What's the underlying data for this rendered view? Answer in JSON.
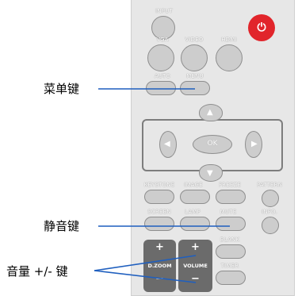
{
  "callouts": {
    "menu": "菜单键",
    "mute": "静音键",
    "volume": "音量 +/- 键"
  },
  "remote": {
    "input": "INPUT",
    "power": "⏻",
    "vga": "VGA",
    "video": "VIDEO",
    "hdmi": "HDMI",
    "auto": "AUTO",
    "menu": "MENU",
    "ok": "OK",
    "up": "▲",
    "down": "▼",
    "left": "◀",
    "right": "▶",
    "keystone": "KEYSTONE",
    "image": "IMAGE",
    "freeze": "FREEZE",
    "pattern": "PATTERN",
    "screen": "SCREEN",
    "lamp": "LAMP",
    "mute": "MUTE",
    "info": "INFO.",
    "blank": "BLANK",
    "timer": "TIMER",
    "dzoom": "D.ZOOM",
    "volume": "VOLUME",
    "plus": "+",
    "minus": "−"
  },
  "colors": {
    "power": "#e1252b",
    "button": "#cdcdcd",
    "zoom_key": "#6b6b6b",
    "callout_line": "#1f5fbf"
  }
}
